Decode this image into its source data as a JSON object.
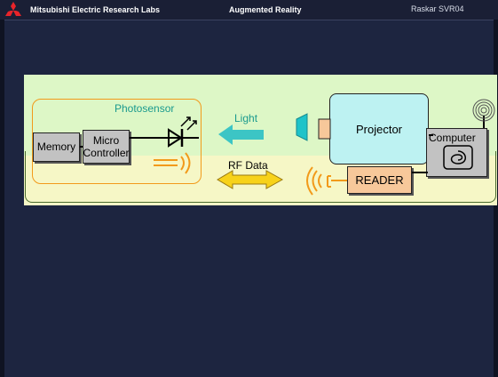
{
  "header": {
    "org": "Mitsubishi Electric Research Labs",
    "title": "Augmented Reality",
    "right": "Raskar SVR04"
  },
  "diagram": {
    "photosensor_label": "Photosensor",
    "memory_label": "Memory",
    "micro_line1": "Micro",
    "micro_line2": "Controller",
    "light_label": "Light",
    "rf_label": "RF Data",
    "projector_label": "Projector",
    "reader_label": "READER",
    "computer_label": "Computer"
  },
  "colors": {
    "background": "#1d2540",
    "band": "#ddf7c6",
    "teal_text": "#1a9a8e",
    "orange": "#f29a1a",
    "light_arrow": "#3cc5c5",
    "rf_arrow": "#f7d21a"
  }
}
